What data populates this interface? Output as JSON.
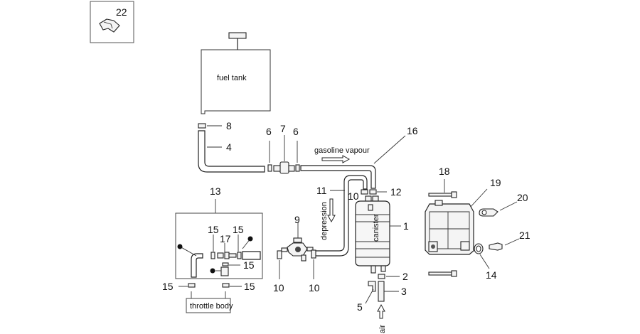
{
  "labels": {
    "n1": "1",
    "n2": "2",
    "n3": "3",
    "n4": "4",
    "n5": "5",
    "n6a": "6",
    "n6b": "6",
    "n7": "7",
    "n8": "8",
    "n9": "9",
    "n10a": "10",
    "n10b": "10",
    "n10c": "10",
    "n11": "11",
    "n12": "12",
    "n13": "13",
    "n14": "14",
    "n15a": "15",
    "n15b": "15",
    "n15c": "15",
    "n15d": "15",
    "n15e": "15",
    "n16": "16",
    "n17": "17",
    "n18": "18",
    "n19": "19",
    "n20": "20",
    "n21": "21",
    "n22": "22"
  },
  "texts": {
    "fuel_tank": "fuel tank",
    "gasoline_vapour": "gasoline vapour",
    "depression": "depression",
    "canister": "canister",
    "throttle_body": "throttle body",
    "air": "air"
  }
}
